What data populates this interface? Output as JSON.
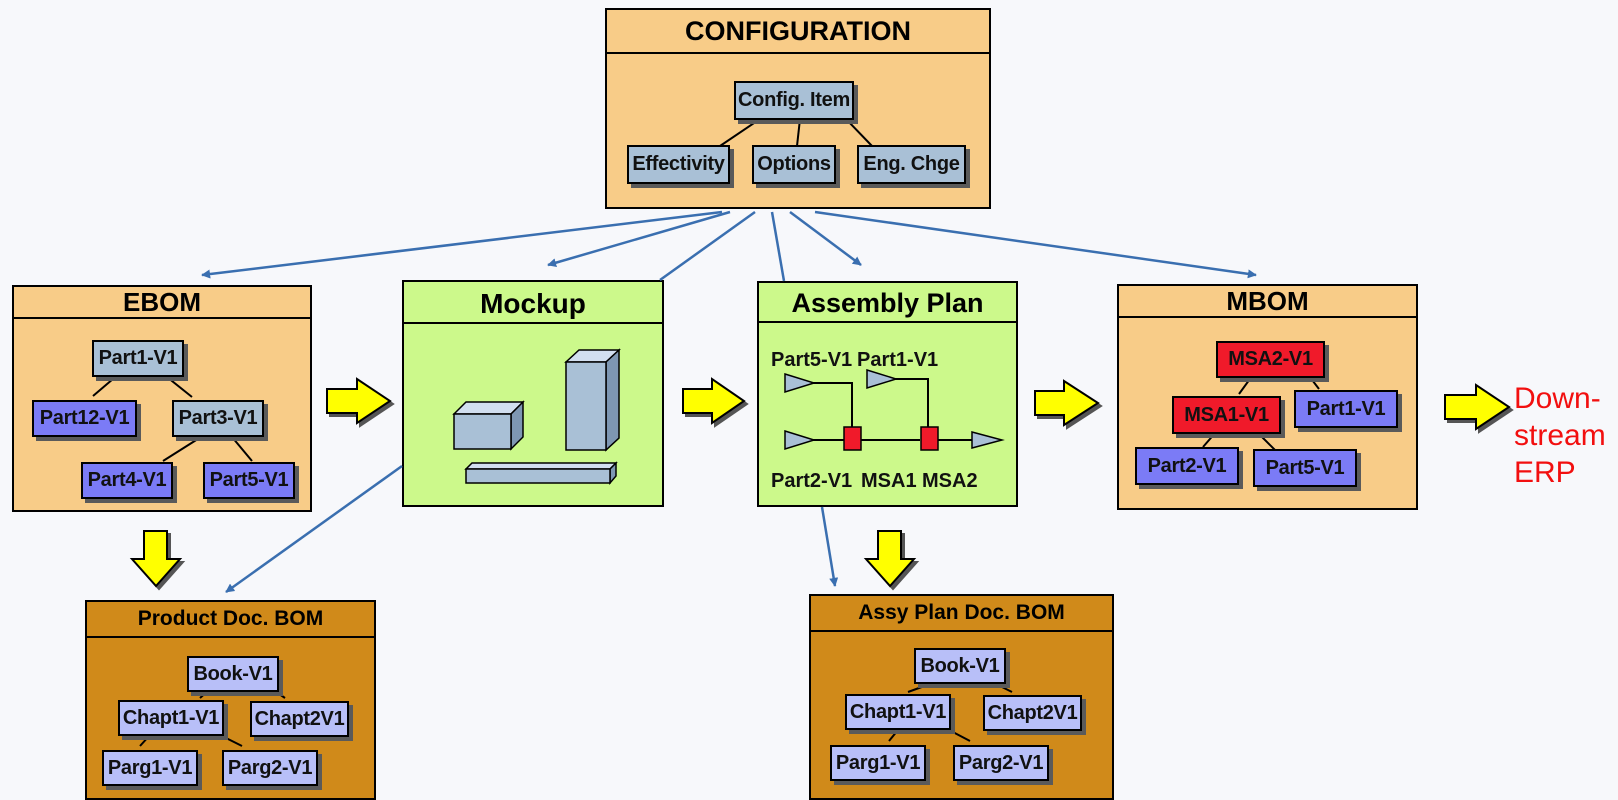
{
  "configuration": {
    "title": "CONFIGURATION",
    "config_item": "Config. Item",
    "effectivity": "Effectivity",
    "options": "Options",
    "eng_change": "Eng. Chge"
  },
  "ebom": {
    "title": "EBOM",
    "part1": "Part1-V1",
    "part12": "Part12-V1",
    "part3": "Part3-V1",
    "part4": "Part4-V1",
    "part5": "Part5-V1"
  },
  "mockup": {
    "title": "Mockup"
  },
  "assembly_plan": {
    "title": "Assembly Plan",
    "part5": "Part5-V1",
    "part1": "Part1-V1",
    "part2": "Part2-V1",
    "msa1": "MSA1",
    "msa2": "MSA2"
  },
  "mbom": {
    "title": "MBOM",
    "msa2": "MSA2-V1",
    "msa1": "MSA1-V1",
    "part1": "Part1-V1",
    "part2": "Part2-V1",
    "part5": "Part5-V1"
  },
  "downstream": {
    "line1": "Down-",
    "line2": "stream",
    "line3": "ERP"
  },
  "product_doc_bom": {
    "title": "Product Doc. BOM",
    "book": "Book-V1",
    "chapt1": "Chapt1-V1",
    "chapt2": "Chapt2V1",
    "parg1": "Parg1-V1",
    "parg2": "Parg2-V1"
  },
  "assy_plan_doc_bom": {
    "title": "Assy Plan Doc. BOM",
    "book": "Book-V1",
    "chapt1": "Chapt1-V1",
    "chapt2": "Chapt2V1",
    "parg1": "Parg1-V1",
    "parg2": "Parg2-V1"
  },
  "colors": {
    "orange_panel": "#f8cc88",
    "green_panel": "#ccf98b",
    "brown_panel": "#d08a1a",
    "flow_arrow": "#ffff00",
    "connector": "#3a6fb0",
    "erp_text": "#f20f0f"
  }
}
